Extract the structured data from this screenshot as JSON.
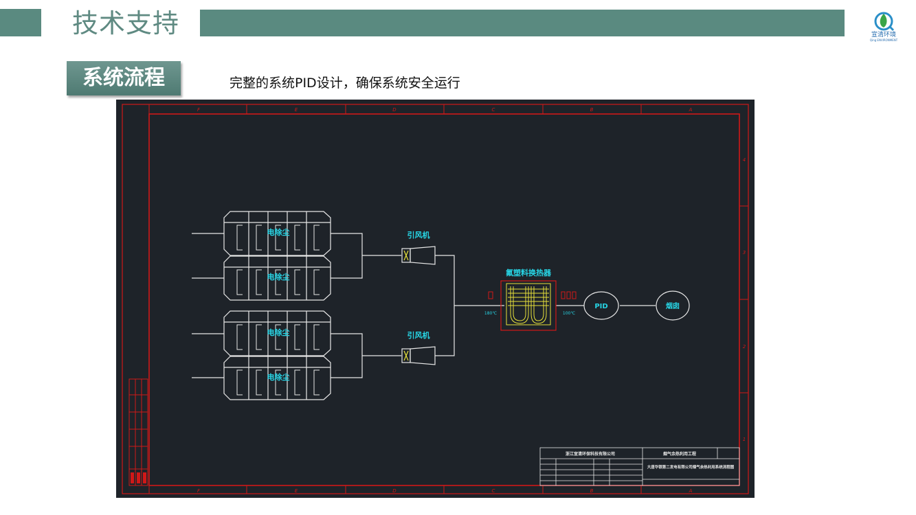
{
  "header": {
    "title": "技术支持"
  },
  "logo": {
    "name": "宣清环境",
    "sub": "Qing ENVIRONMENT"
  },
  "section": {
    "tag": "系统流程",
    "subtitle": "完整的系统PID设计，确保系统安全运行"
  },
  "drawing": {
    "border_letters_top": [
      "F",
      "E",
      "D",
      "C",
      "B",
      "A"
    ],
    "border_letters_bottom": [
      "F",
      "E",
      "D",
      "C",
      "B",
      "A"
    ],
    "border_numbers_right": [
      "4",
      "3",
      "2",
      "1"
    ],
    "precipitator_label": "电除尘",
    "fan_label": "引风机",
    "exchanger_label": "氟塑料换热器",
    "temp_in": "180℃",
    "temp_out": "100℃",
    "pid_label": "PID",
    "chimney_label": "烟囱",
    "title_block": {
      "company": "浙江宣清环保科技有限公司",
      "project": "烟气余热利用工程",
      "drawing_name": "大唐华银第二发电有限公司烟气余热利用系统流程图"
    }
  },
  "colors": {
    "accent": "#5a8a80",
    "cad_bg": "#1e2329",
    "cad_red": "#d01818",
    "cad_white": "#e8e8e8",
    "cad_cyan": "#27d6e6",
    "cad_yellow": "#e8e23a"
  }
}
